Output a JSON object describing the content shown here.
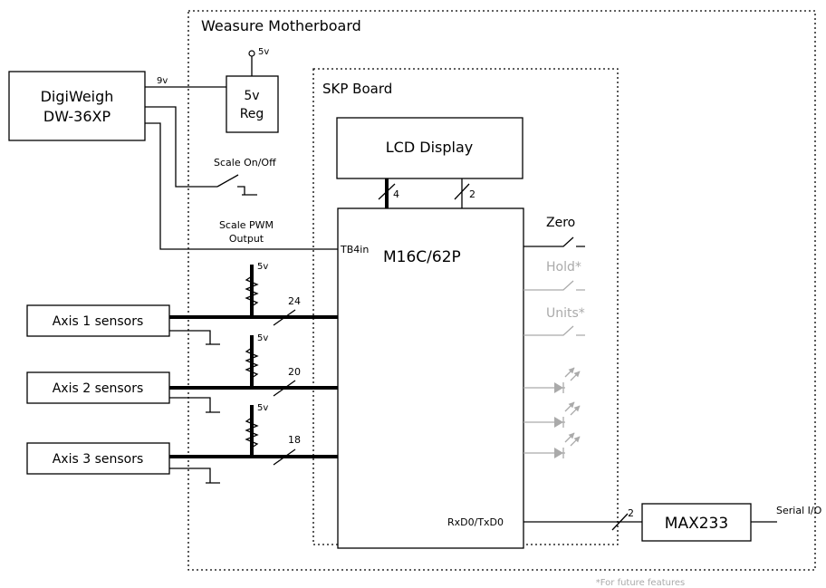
{
  "boards": {
    "motherboard": "Weasure Motherboard",
    "skp": "SKP Board"
  },
  "blocks": {
    "scale_line1": "DigiWeigh",
    "scale_line2": "DW-36XP",
    "reg_line1": "5v",
    "reg_line2": "Reg",
    "lcd": "LCD Display",
    "mcu": "M16C/62P",
    "max": "MAX233",
    "axis1": "Axis 1 sensors",
    "axis2": "Axis 2 sensors",
    "axis3": "Axis 3 sensors"
  },
  "labels": {
    "supply_9v": "9v",
    "supply_5v_top": "5v",
    "scale_switch": "Scale On/Off",
    "pwm_line1": "Scale PWM",
    "pwm_line2": "Output",
    "pullup_5v": "5v",
    "tb4in": "TB4in",
    "rxtx": "RxD0/TxD0",
    "serial_io": "Serial I/O",
    "zero": "Zero",
    "hold": "Hold*",
    "units": "Units*",
    "footnote": "*For future features"
  },
  "bus_widths": {
    "lcd_data": "4",
    "lcd_ctrl": "2",
    "axis1": "24",
    "axis2": "20",
    "axis3": "18",
    "serial": "2"
  }
}
